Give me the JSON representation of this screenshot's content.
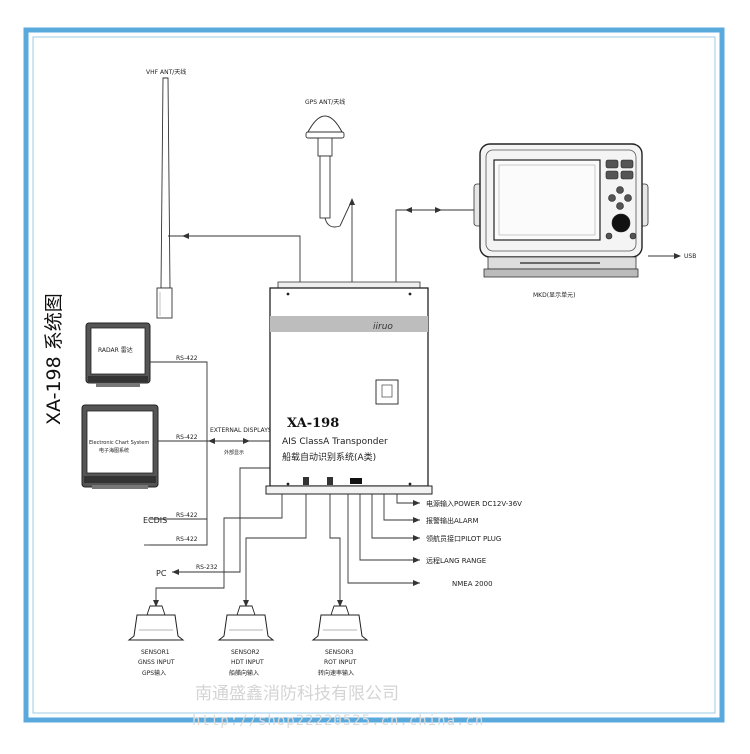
{
  "diagram": {
    "side_title": "XA-198 系统图",
    "vhf_antenna_label": "VHF ANT/天线",
    "gps_antenna_label": "GPS ANT/天线",
    "mkd_label": "MKD(显示单元)",
    "usb_label": "USB",
    "radar_screen_label": "RADAR 雷达",
    "ecs_screen_line1": "Electronic Chart System",
    "ecs_screen_line2": "电子海图系统",
    "rs422_1": "RS-422",
    "rs422_2": "RS-422",
    "rs422_3": "RS-422",
    "rs422_4": "RS-422",
    "external_displays": "EXTERNAL DISPLAYS",
    "external_displays_cn": "外部显示",
    "ecdis_label": "ECDIS",
    "pc_label": "PC",
    "rs232_label": "RS-232",
    "transponder": {
      "brand": "iiruo",
      "model": "XA-198",
      "subtitle": "AIS ClassA Transponder",
      "subtitle_cn": "船载自动识别系统(A类)"
    },
    "ports": [
      "电源输入POWER DC12V-36V",
      "报警输出ALARM",
      "领航员接口PILOT PLUG",
      "远程LANG RANGE",
      "NMEA 2000"
    ],
    "sensors": [
      {
        "name": "SENSOR1",
        "input": "GNSS INPUT",
        "cn": "GPS输入"
      },
      {
        "name": "SENSOR2",
        "input": "HDT INPUT",
        "cn": "船艏向输入"
      },
      {
        "name": "SENSOR3",
        "input": "ROT INPUT",
        "cn": "转向速率输入"
      }
    ],
    "watermark_company": "南通盛鑫消防科技有限公司",
    "watermark_url": "http://shop22220525.cn.china.cn"
  }
}
